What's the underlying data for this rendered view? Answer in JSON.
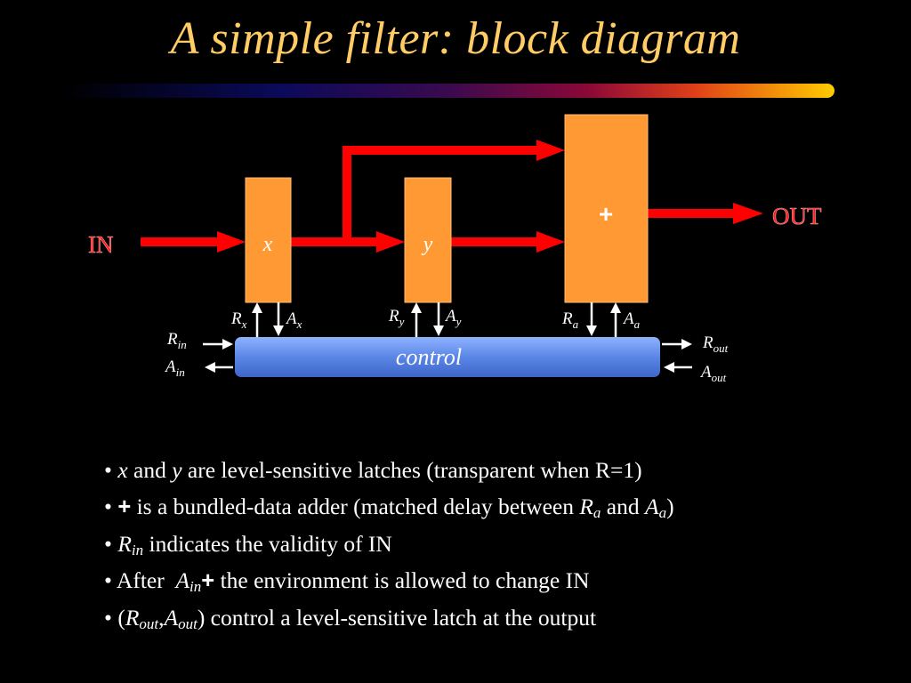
{
  "slide": {
    "title": "A simple filter: block diagram"
  },
  "diagram": {
    "input_label": "IN",
    "output_label": "OUT",
    "latch_x_label": "x",
    "latch_y_label": "y",
    "adder_label": "+",
    "control_label": "control",
    "signals": {
      "rx": {
        "main": "R",
        "sub": "x"
      },
      "ax": {
        "main": "A",
        "sub": "x"
      },
      "ry": {
        "main": "R",
        "sub": "y"
      },
      "ay": {
        "main": "A",
        "sub": "y"
      },
      "ra": {
        "main": "R",
        "sub": "a"
      },
      "aa": {
        "main": "A",
        "sub": "a"
      },
      "rin": {
        "main": "R",
        "sub": "in"
      },
      "ain": {
        "main": "A",
        "sub": "in"
      },
      "rout": {
        "main": "R",
        "sub": "out"
      },
      "aout": {
        "main": "A",
        "sub": "out"
      }
    },
    "colors": {
      "data_path": "#ff0000",
      "block_fill": "#ff9933",
      "control_bar": "#5a86e6",
      "label_text": "#ff2020",
      "title_text": "#ffcc66"
    }
  },
  "bullets": {
    "b1": {
      "x": "x",
      "and": " and ",
      "y": "y",
      "rest": " are level-sensitive latches (transparent when R=1)"
    },
    "b2": {
      "plus": "+",
      "pre": " is a bundled-data adder (matched delay between ",
      "ra_main": "R",
      "ra_sub": "a",
      "mid": " and ",
      "aa_main": "A",
      "aa_sub": "a",
      "post": ")"
    },
    "b3": {
      "r_main": "R",
      "r_sub": "in",
      "rest": " indicates the validity of IN"
    },
    "b4": {
      "pre": "After  ",
      "a_main": "A",
      "a_sub": "in",
      "plus": "+",
      "rest": " the environment is allowed to change IN"
    },
    "b5": {
      "open": "(",
      "r_main": "R",
      "r_sub": "out",
      "comma": ",",
      "a_main": "A",
      "a_sub": "out",
      "rest": ") control a level-sensitive latch at the output"
    }
  }
}
